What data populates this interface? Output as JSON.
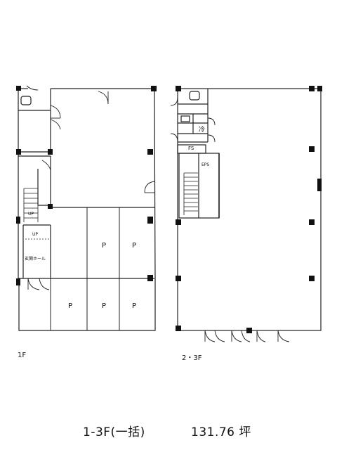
{
  "floor_labels": {
    "ground": "1F",
    "upper": "2・3F"
  },
  "room_labels": {
    "parking": "P",
    "up_stair": "UP",
    "up_stair_2": "UP",
    "entrance_hall": "玄関ホール",
    "fire_safety": "FS",
    "shaft": "EPS",
    "toilet_sign": "冷"
  },
  "caption": {
    "floors": "1-3F(一括)",
    "area": "131.76 坪"
  }
}
